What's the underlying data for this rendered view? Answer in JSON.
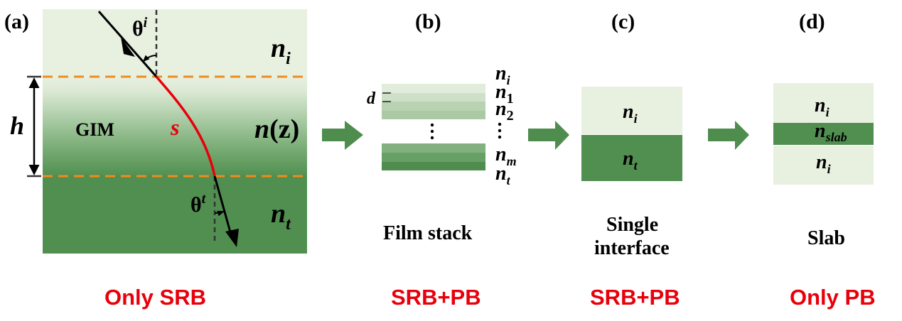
{
  "colors": {
    "light_green": "#e8f0e0",
    "dark_green": "#518f50",
    "arrow_green": "#4f8d4f",
    "orange_dash": "#f08c1e",
    "path_red": "#e8000b",
    "label_red": "#e8000b",
    "stack_top": [
      "#e2ecda",
      "#cfe0c8",
      "#b8d2b2",
      "#abc9a5"
    ],
    "stack_bottom": [
      "#82b07f",
      "#67a065",
      "#4f8d4f"
    ]
  },
  "panels": [
    {
      "id": "a",
      "label": "(a)",
      "regions": {
        "top": "n",
        "top_sub": "i",
        "middle": "n",
        "middle_arg": "(z)",
        "bottom": "n",
        "bottom_sub": "t"
      },
      "gim_label": "GIM",
      "path_label": "s",
      "height_label": "h",
      "incident_angle": {
        "base": "θ",
        "sup": "i"
      },
      "transmitted_angle": {
        "base": "θ",
        "sup": "t"
      },
      "bottom_label": "Only SRB"
    },
    {
      "id": "b",
      "label": "(b)",
      "caption": "Film stack",
      "thickness_label": "d",
      "layers": [
        {
          "base": "n",
          "sub": "i"
        },
        {
          "base": "n",
          "sub": "1"
        },
        {
          "base": "n",
          "sub": "2"
        },
        {
          "base": "⋮",
          "sub": ""
        },
        {
          "base": "n",
          "sub": "m"
        },
        {
          "base": "n",
          "sub": "t"
        }
      ],
      "ellipsis": "⋮",
      "bottom_label": "SRB+PB"
    },
    {
      "id": "c",
      "label": "(c)",
      "caption_line1": "Single",
      "caption_line2": "interface",
      "layers": [
        {
          "base": "n",
          "sub": "i"
        },
        {
          "base": "n",
          "sub": "t"
        }
      ],
      "bottom_label": "SRB+PB"
    },
    {
      "id": "d",
      "label": "(d)",
      "caption": "Slab",
      "layers": [
        {
          "base": "n",
          "sub": "i"
        },
        {
          "base": "n",
          "sub": "slab"
        },
        {
          "base": "n",
          "sub": "i"
        }
      ],
      "bottom_label": "Only PB"
    }
  ],
  "arrows": [
    {
      "name": "arrow-a-to-b",
      "icon": "right-arrow-icon"
    },
    {
      "name": "arrow-b-to-c",
      "icon": "right-arrow-icon"
    },
    {
      "name": "arrow-c-to-d",
      "icon": "right-arrow-icon"
    }
  ]
}
